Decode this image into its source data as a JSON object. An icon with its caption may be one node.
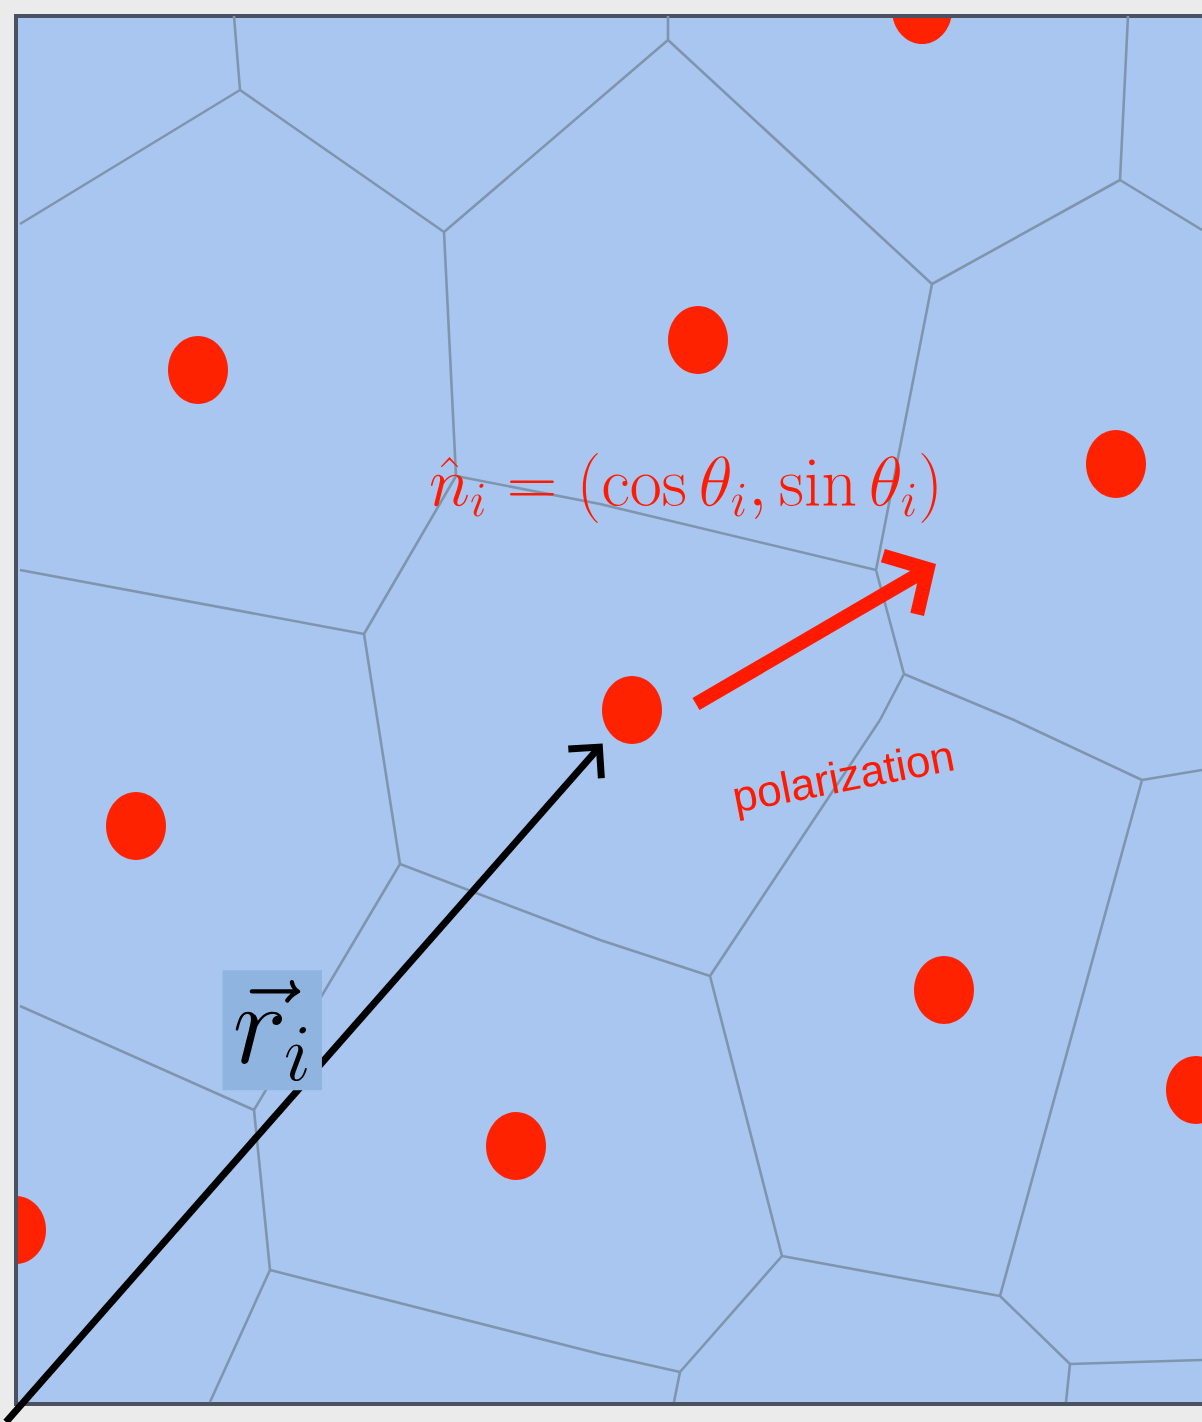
{
  "diagram": {
    "nodes": [
      {
        "text": [],
        "shape": "circle"
      },
      {
        "text": [],
        "shape": "circle"
      },
      {
        "text": [],
        "shape": "circle"
      },
      {
        "text": [],
        "shape": "circle"
      },
      {
        "text": [],
        "shape": "circle"
      },
      {
        "text": [],
        "shape": "circle"
      },
      {
        "text": [],
        "shape": "circle"
      },
      {
        "text": [],
        "shape": "circle"
      },
      {
        "text": [],
        "shape": "circle"
      },
      {
        "text": [],
        "shape": "circle"
      }
    ],
    "edges": [
      {
        "from": null,
        "to": 4,
        "arrow": "to",
        "label": "\\vec{r}_i"
      }
    ],
    "labels": [
      "\\hat{n}_i = (\\cos\\theta_i, \\sin\\theta_i)",
      "polarization"
    ]
  }
}
